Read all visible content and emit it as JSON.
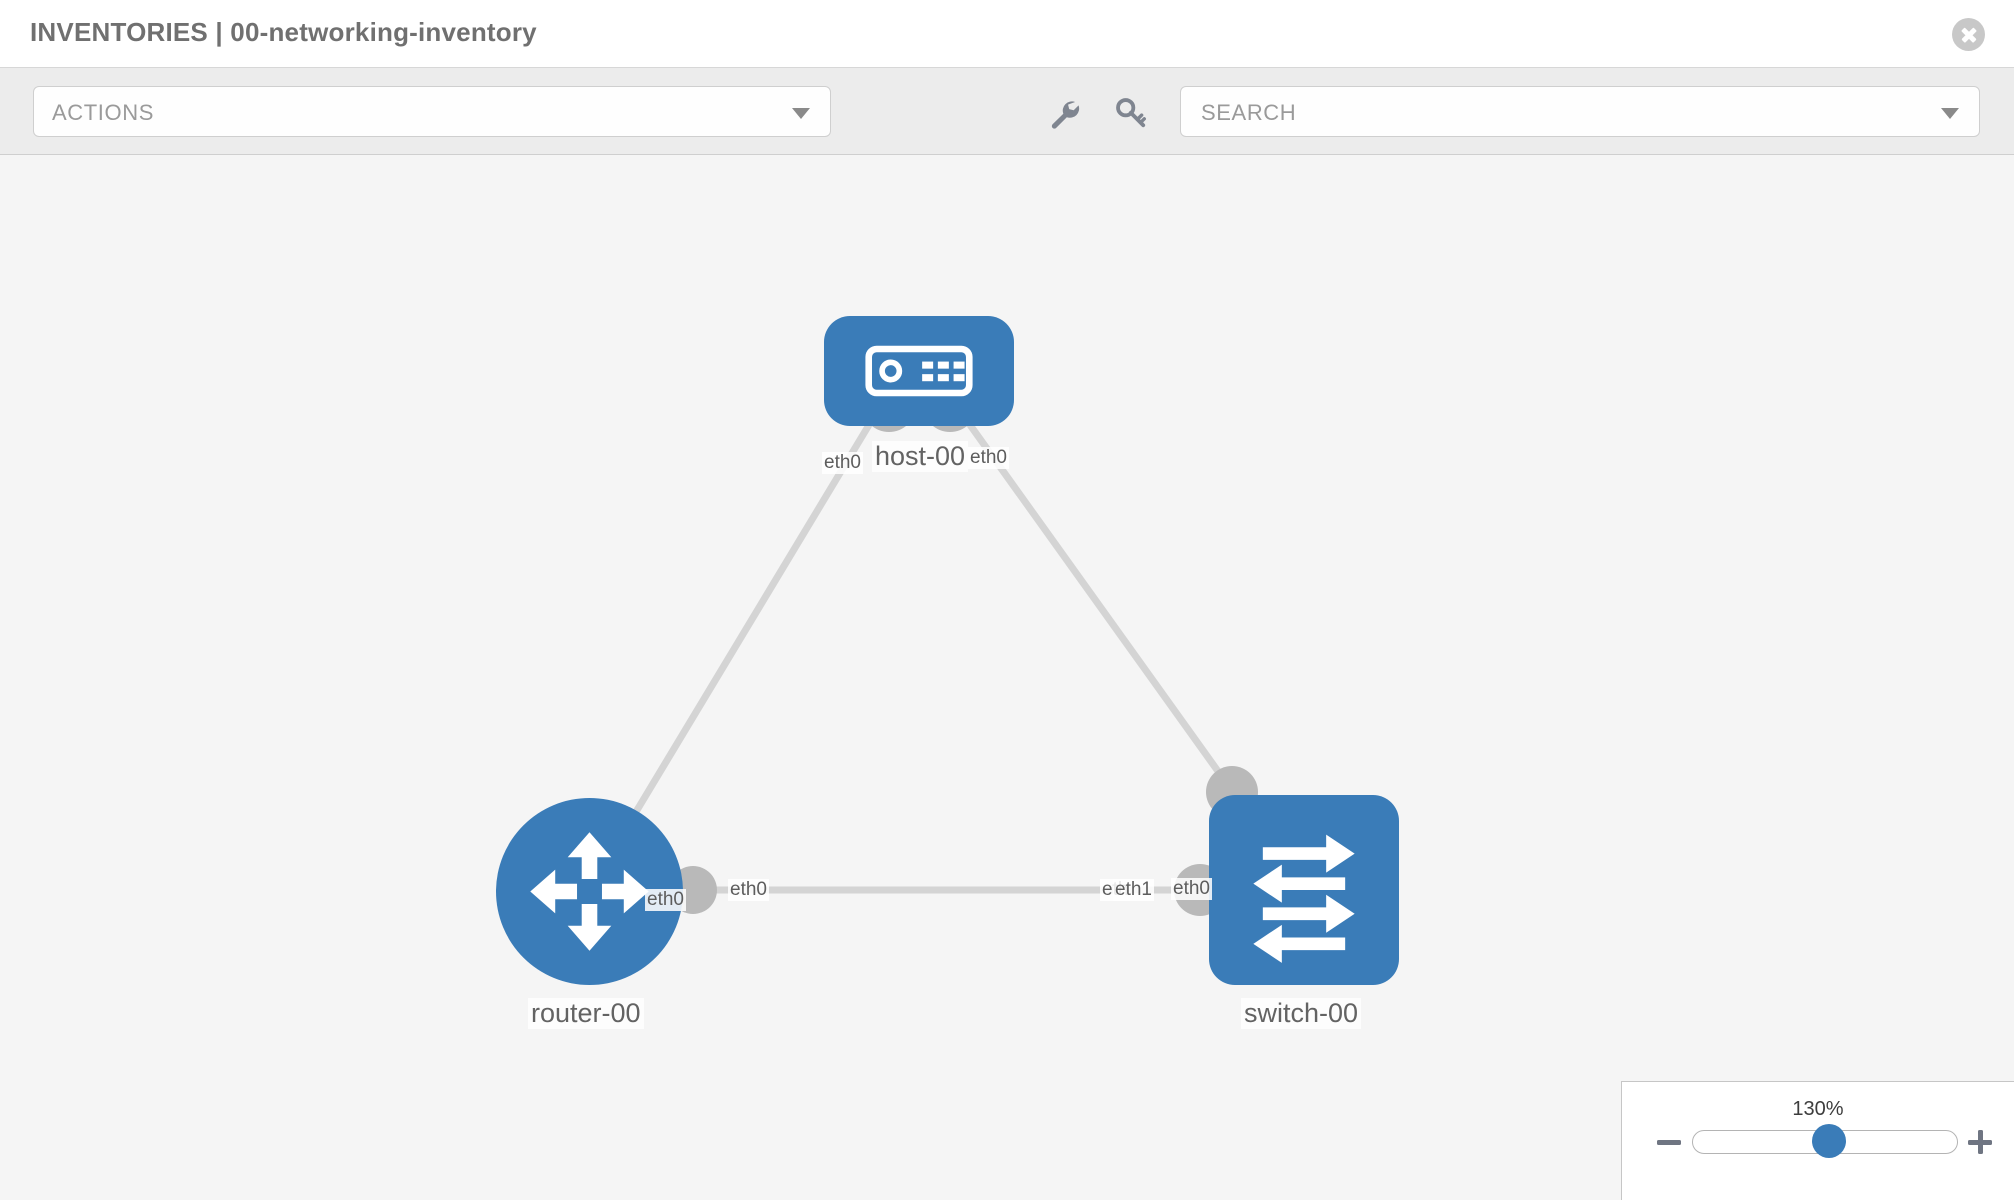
{
  "header": {
    "title": "INVENTORIES | 00-networking-inventory",
    "close_icon": "close-circle-icon"
  },
  "toolbar": {
    "actions_label": "ACTIONS",
    "actions_caret_icon": "chevron-down-icon",
    "wrench_icon": "wrench-icon",
    "key_icon": "key-icon",
    "search_placeholder": "SEARCH",
    "search_value": "",
    "search_caret_icon": "chevron-down-icon"
  },
  "topology": {
    "nodes": [
      {
        "id": "host-00",
        "label": "host-00",
        "type": "host",
        "icon": "server-device-icon"
      },
      {
        "id": "router-00",
        "label": "router-00",
        "type": "router",
        "icon": "router-arrows-icon"
      },
      {
        "id": "switch-00",
        "label": "switch-00",
        "type": "switch",
        "icon": "switch-arrows-icon"
      }
    ],
    "links": [
      {
        "from": "host-00",
        "to": "router-00",
        "from_interface": "eth0",
        "to_interface": "eth0"
      },
      {
        "from": "host-00",
        "to": "switch-00",
        "from_interface": "eth0",
        "to_interface": "eth0"
      },
      {
        "from": "router-00",
        "to": "switch-00",
        "from_interface": "eth0",
        "to_interface": "eth1"
      }
    ],
    "interface_labels": {
      "host_left": "eth0",
      "host_right": "eth0",
      "router_upper": "eth0",
      "switch_upper": "eth0",
      "router_right": "eth0",
      "switch_left_under": "eth",
      "switch_left": "eth1"
    }
  },
  "zoom_control": {
    "level": "130%",
    "minus_icon": "minus-icon",
    "plus_icon": "plus-icon"
  },
  "colors": {
    "node_blue": "#3a7cb8",
    "canvas_bg": "#f5f5f5",
    "toolbar_bg": "#ececec",
    "edge_gray": "#d2d2d2",
    "connector_gray": "#b9b9b9",
    "text_gray": "#707070"
  }
}
